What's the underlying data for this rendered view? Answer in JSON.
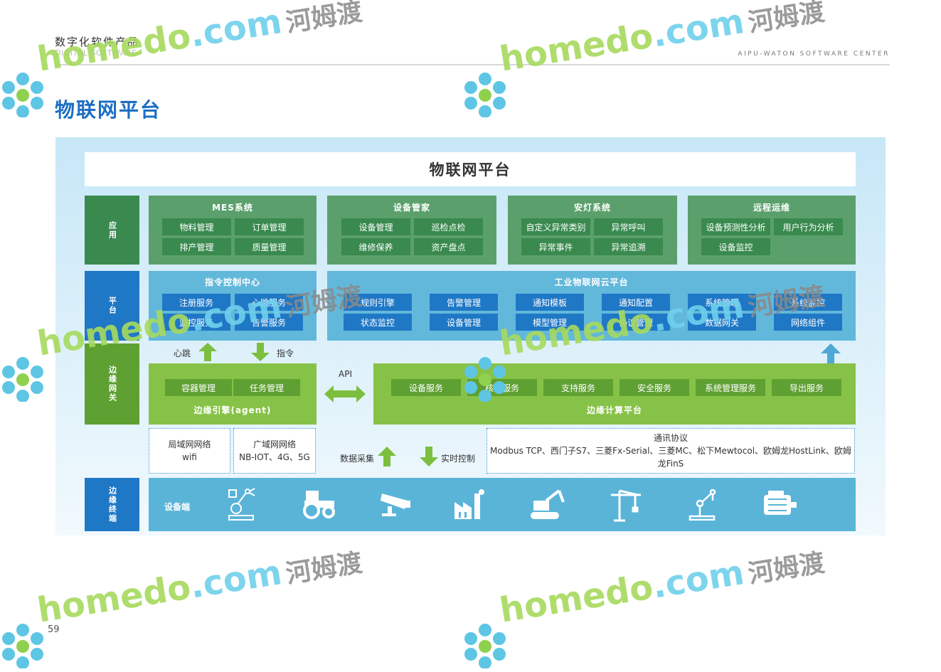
{
  "header": {
    "title_cn": "数字化软件产品",
    "title_en": "DIGITAL SOFTWARE",
    "right_text": "AIPU-WATON SOFTWARE CENTER"
  },
  "page_title": "物联网平台",
  "diagram": {
    "banner": "物联网平台",
    "layers": {
      "app": "应用",
      "platform": "平台",
      "edge_gateway": "边缘网关",
      "edge_terminal": "边缘终端"
    },
    "app_groups": [
      {
        "title": "MES系统",
        "items": [
          "物料管理",
          "订单管理",
          "排产管理",
          "质量管理"
        ]
      },
      {
        "title": "设备管家",
        "items": [
          "设备管理",
          "巡检点检",
          "维修保养",
          "资产盘点"
        ]
      },
      {
        "title": "安灯系统",
        "items": [
          "自定义异常类别",
          "异常呼叫",
          "异常事件",
          "异常追溯"
        ]
      },
      {
        "title": "远程运维",
        "items": [
          "设备预测性分析",
          "用户行为分析",
          "设备监控"
        ]
      }
    ],
    "platform_groups": [
      {
        "title": "指令控制中心",
        "items": [
          "注册服务",
          "心跳服务",
          "监控服务",
          "告警服务"
        ]
      },
      {
        "title": "工业物联网云平台",
        "items": [
          "规则引擎",
          "告警管理",
          "通知模板",
          "通知配置",
          "系统管理",
          "系统监控",
          "状态监控",
          "设备管理",
          "模型管理",
          "协议管理",
          "数据网关",
          "网络组件"
        ]
      }
    ],
    "arrows": {
      "heartbeat": "心跳",
      "command": "指令",
      "api": "API",
      "data_collect": "数据采集",
      "realtime_control": "实时控制"
    },
    "edge_agent": {
      "title": "边缘引擎(agent)",
      "items": [
        "容器管理",
        "任务管理"
      ]
    },
    "edge_compute": {
      "title": "边缘计算平台",
      "items": [
        "设备服务",
        "核心服务",
        "支持服务",
        "安全服务",
        "系统管理服务",
        "导出服务"
      ]
    },
    "networks": [
      {
        "title": "局域网网络",
        "detail": "wifi"
      },
      {
        "title": "广域网网络",
        "detail": "NB-IOT、4G、5G"
      }
    ],
    "protocol": {
      "title": "通讯协议",
      "detail": "Modbus TCP、西门子S7、三菱Fx-Serial、三菱MC、松下Mewtocol、欧姆龙HostLink、欧姆龙FinS"
    },
    "device_label": "设备端",
    "device_icons": [
      "robot-arm-icon",
      "tractor-icon",
      "camera-icon",
      "factory-icon",
      "excavator-icon",
      "tower-crane-icon",
      "robot-arm-2-icon",
      "motor-icon"
    ]
  },
  "watermark": {
    "brand": "homedo",
    "domain": ".com",
    "cn": "河姆渡"
  },
  "footer": {
    "page_number": "59"
  },
  "colors": {
    "app_green": "#5ba06c",
    "platform_blue": "#62b8da",
    "edge_green": "#87c248",
    "label_blue": "#1f78c6",
    "title_blue": "#1d6fc2"
  }
}
